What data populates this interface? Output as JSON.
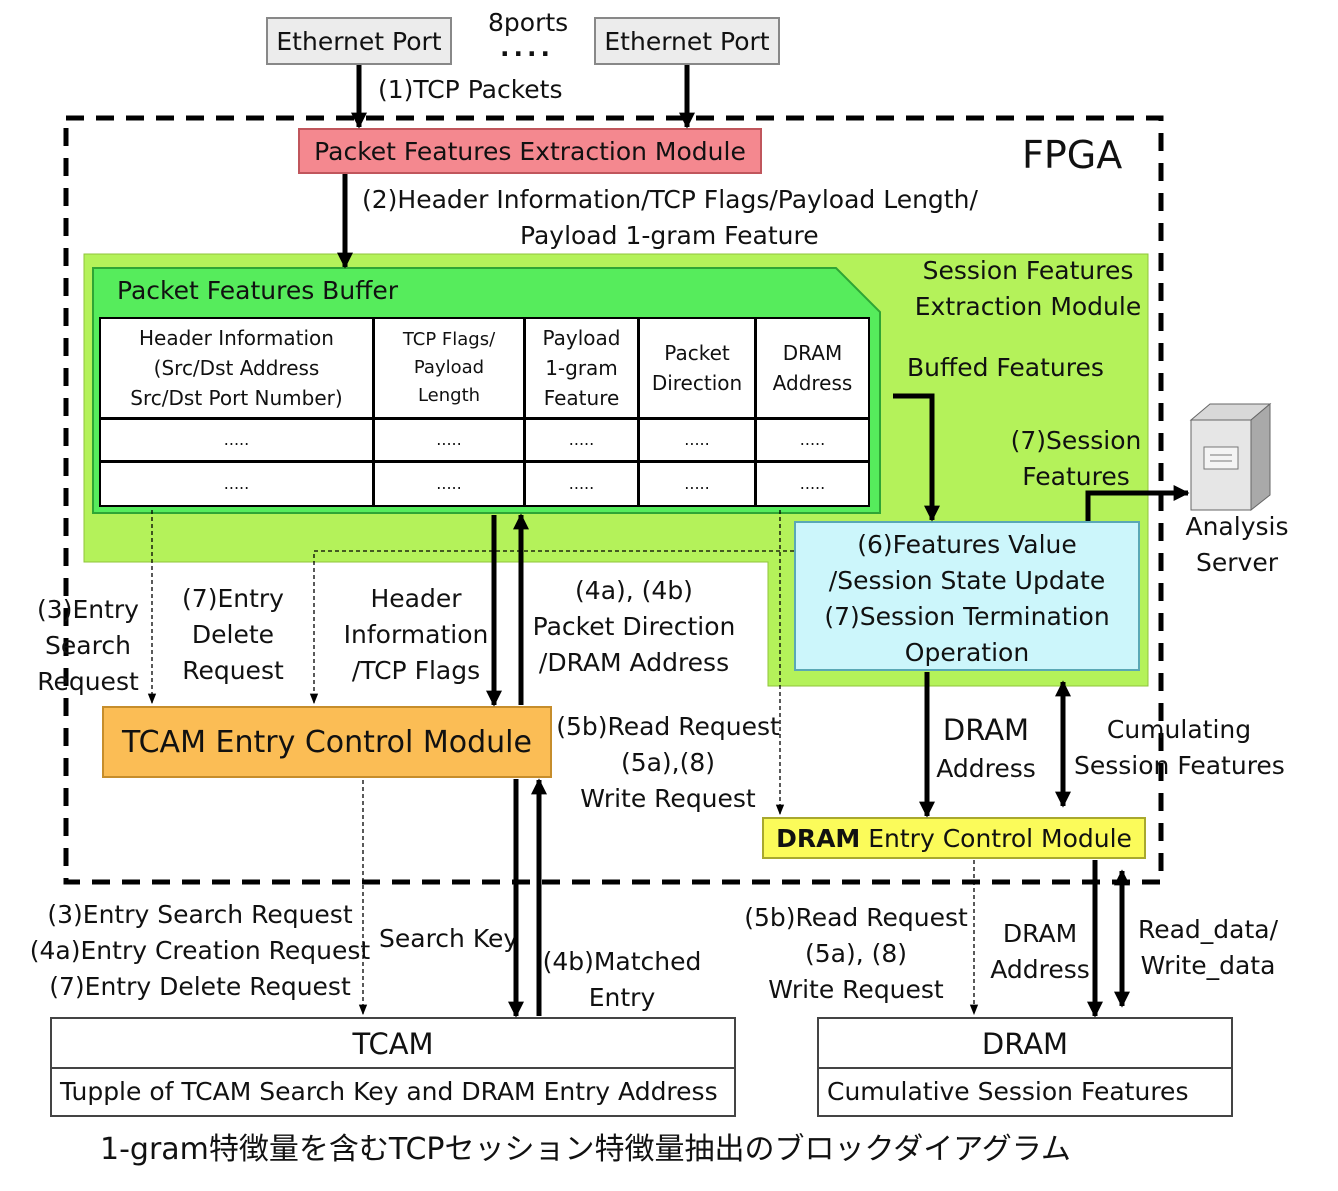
{
  "ports": {
    "left_label": "Ethernet Port",
    "right_label": "Ethernet Port",
    "count_label": "8ports",
    "ellipsis": "....",
    "tcp_packets": "(1)TCP Packets"
  },
  "fpga": {
    "label": "FPGA"
  },
  "packet_features_extraction": {
    "label": "Packet Features Extraction Module",
    "output_line1": "(2)Header Information/TCP Flags/Payload Length/",
    "output_line2": "Payload 1-gram Feature"
  },
  "session_features_extraction": {
    "label_line1": "Session Features",
    "label_line2": "Extraction Module",
    "buffed_features": "Buffed Features",
    "session_features_line1": "(7)Session",
    "session_features_line2": "Features"
  },
  "buffer": {
    "title": "Packet Features Buffer",
    "columns": [
      {
        "line1": "Header Information",
        "line2": "(Src/Dst Address",
        "line3": "Src/Dst Port Number)"
      },
      {
        "line1": "TCP Flags/",
        "line2": "Payload",
        "line3": "Length"
      },
      {
        "line1": "Payload",
        "line2": "1-gram",
        "line3": "Feature"
      },
      {
        "line1": "Packet",
        "line2": "Direction",
        "line3": ""
      },
      {
        "line1": "DRAM",
        "line2": "Address",
        "line3": ""
      }
    ],
    "row_placeholder": "....."
  },
  "features_update": {
    "line1": "(6)Features Value",
    "line2": "/Session State Update",
    "line3": "(7)Session Termination",
    "line4": "Operation"
  },
  "analysis_server": {
    "line1": "Analysis",
    "line2": "Server"
  },
  "middle_labels": {
    "entry_search_line1": "(3)Entry",
    "entry_search_line2": "Search",
    "entry_search_line3": "Request",
    "entry_delete_line1": "(7)Entry",
    "entry_delete_line2": "Delete",
    "entry_delete_line3": "Request",
    "header_info_line1": "Header",
    "header_info_line2": "Information",
    "header_info_line3": "/TCP Flags",
    "packet_dir_line1": "(4a), (4b)",
    "packet_dir_line2": "Packet Direction",
    "packet_dir_line3": "/DRAM Address",
    "read_req_line1": "(5b)Read Request",
    "read_req_line2": "(5a),(8)",
    "read_req_line3": "Write Request",
    "dram_addr_line1": "DRAM",
    "dram_addr_line2": "Address",
    "cumulating_line1": "Cumulating",
    "cumulating_line2": "Session Features"
  },
  "tcam_control": {
    "label": "TCAM Entry Control Module"
  },
  "dram_control": {
    "label_bold": "DRAM",
    "label_rest": " Entry Control Module"
  },
  "lower_labels": {
    "tcam_req_line1": "(3)Entry Search Request",
    "tcam_req_line2": "(4a)Entry Creation Request",
    "tcam_req_line3": "(7)Entry Delete Request",
    "search_key": "Search Key",
    "matched_line1": "(4b)Matched",
    "matched_line2": "Entry",
    "dram_req_line1": "(5b)Read Request",
    "dram_req_line2": "(5a), (8)",
    "dram_req_line3": "Write Request",
    "dram_addr_line1": "DRAM",
    "dram_addr_line2": "Address",
    "rw_data_line1": "Read_data/",
    "rw_data_line2": "Write_data"
  },
  "tcam": {
    "title": "TCAM",
    "content": "Tupple of TCAM Search Key and DRAM Entry Address"
  },
  "dram": {
    "title": "DRAM",
    "content": "Cumulative Session Features"
  },
  "caption": "1-gram特徴量を含むTCPセッション特徴量抽出のブロックダイアグラム",
  "colors": {
    "extraction_module": "#f4888f",
    "session_module": "#b4f25a",
    "buffer": "#56ec5c",
    "features_update": "#ccf6fb",
    "tcam_control": "#fbbd55",
    "dram_control": "#fbfb5a"
  }
}
